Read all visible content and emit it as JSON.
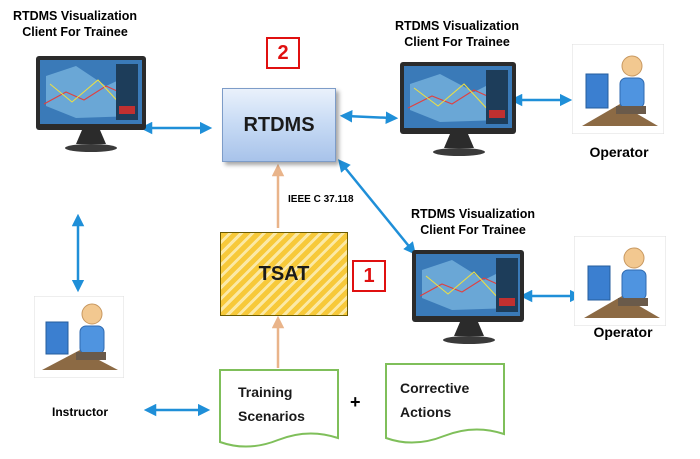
{
  "client_labels": {
    "top_left": [
      "RTDMS Visualization",
      "Client For Trainee"
    ],
    "top_right": [
      "RTDMS Visualization",
      "Client For Trainee"
    ],
    "mid_right": [
      "RTDMS Visualization",
      "Client For Trainee"
    ]
  },
  "rtdms_label": "RTDMS",
  "tsat_label": "TSAT",
  "badge_rtdms": "2",
  "badge_tsat": "1",
  "protocol_label": "IEEE C 37.118",
  "operator_top": "Operator",
  "operator_bottom": "Operator",
  "instructor": "Instructor",
  "training_doc": [
    "Training",
    "Scenarios"
  ],
  "corrective_doc": [
    "Corrective",
    "Actions"
  ],
  "plus": "+",
  "colors": {
    "arrow_blue": "#1f8fd8",
    "arrow_tan": "#e9b48a",
    "badge_red": "#e01010",
    "doc_border": "#7fbf5a",
    "tsat_stripe": "#f7c93a"
  }
}
